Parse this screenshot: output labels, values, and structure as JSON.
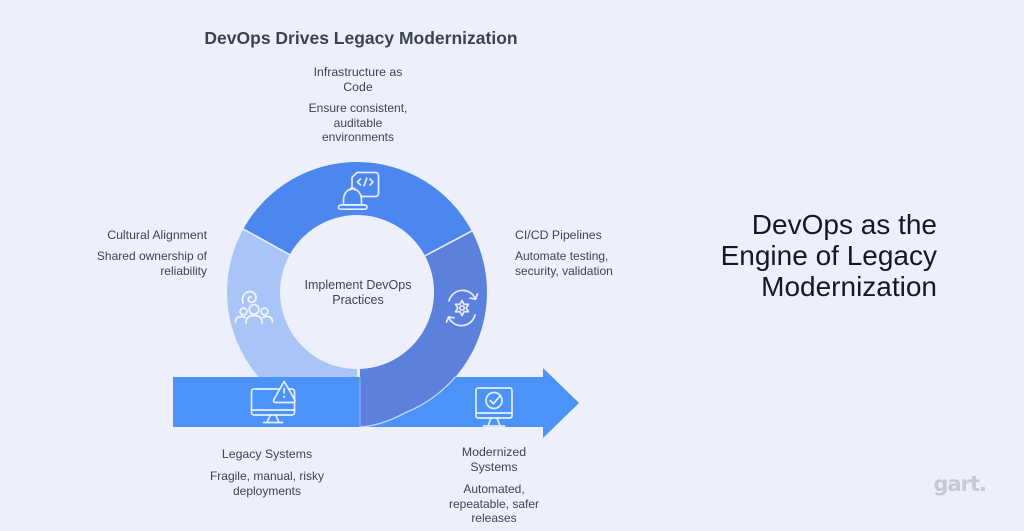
{
  "page": {
    "background": "#edf0fa",
    "title": "DevOps Drives Legacy Modernization"
  },
  "headline": {
    "text": "DevOps as the\nEngine of Legacy\nModernization",
    "color": "#141925"
  },
  "brand": {
    "logo_text": "gart."
  },
  "diagram": {
    "center_label": "Implement DevOps\nPractices",
    "colors": {
      "light_segment": "#a9c5f8",
      "top_segment": "#4c86ef",
      "dark_segment": "#5b81dc",
      "arrow": "#4b92f9",
      "icon_stroke": "#ffffff"
    },
    "nodes": [
      {
        "id": "infrastructure-as-code",
        "title": "Infrastructure as\nCode",
        "description": "Ensure consistent,\nauditable\nenvironments",
        "icon": "hardhat-code-icon"
      },
      {
        "id": "cultural-alignment",
        "title": "Cultural Alignment",
        "description": "Shared ownership of\nreliability",
        "icon": "team-icon"
      },
      {
        "id": "cicd-pipelines",
        "title": "CI/CD Pipelines",
        "description": "Automate testing,\nsecurity, validation",
        "icon": "gear-sync-icon"
      },
      {
        "id": "legacy-systems",
        "title": "Legacy Systems",
        "description": "Fragile, manual, risky\ndeployments",
        "icon": "monitor-warning-icon"
      },
      {
        "id": "modernized-systems",
        "title": "Modernized\nSystems",
        "description": "Automated,\nrepeatable, safer\nreleases",
        "icon": "monitor-check-icon"
      }
    ]
  }
}
